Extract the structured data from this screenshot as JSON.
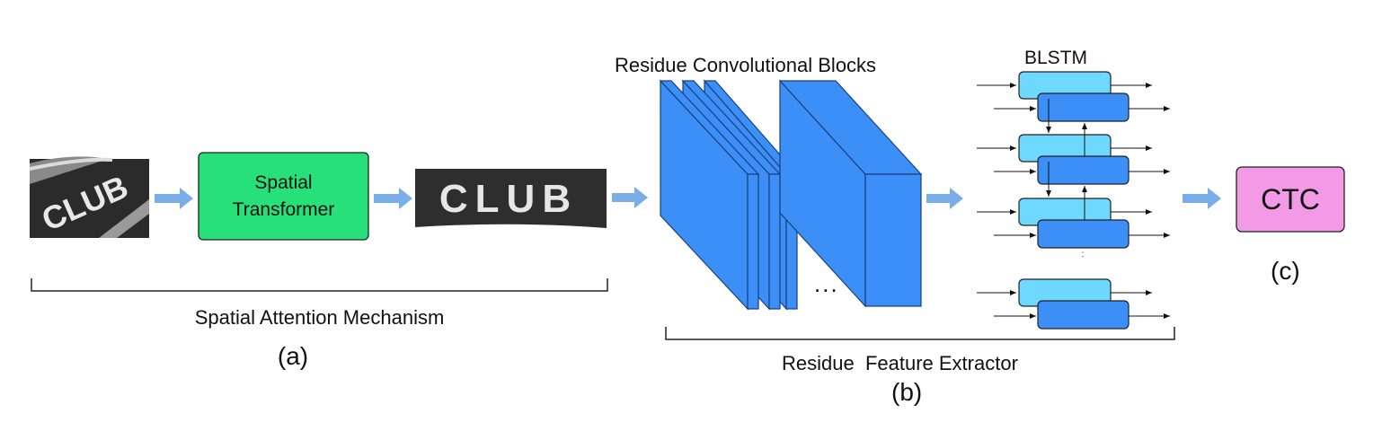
{
  "section_a": {
    "input_image_text": "CLUB",
    "transformer_line1": "Spatial",
    "transformer_line2": "Transformer",
    "output_image_text": "CLUB",
    "bracket_label": "Spatial Attention Mechanism",
    "part_label": "(a)"
  },
  "section_b": {
    "conv_title": "Residue Convolutional Blocks",
    "ellipsis": "...",
    "blstm_title": "BLSTM",
    "vertical_ellipsis": ":",
    "bracket_label": "Residue  Feature Extractor",
    "part_label": "(b)"
  },
  "section_c": {
    "ctc_label": "CTC",
    "part_label": "(c)"
  },
  "colors": {
    "flow_arrow": "#7aaee8",
    "transformer_fill": "#28e07a",
    "conv_block": "#3b8ff7",
    "blstm_forward": "#6fd8ff",
    "blstm_backward": "#3b8ff7",
    "ctc_fill": "#f29ae6"
  }
}
